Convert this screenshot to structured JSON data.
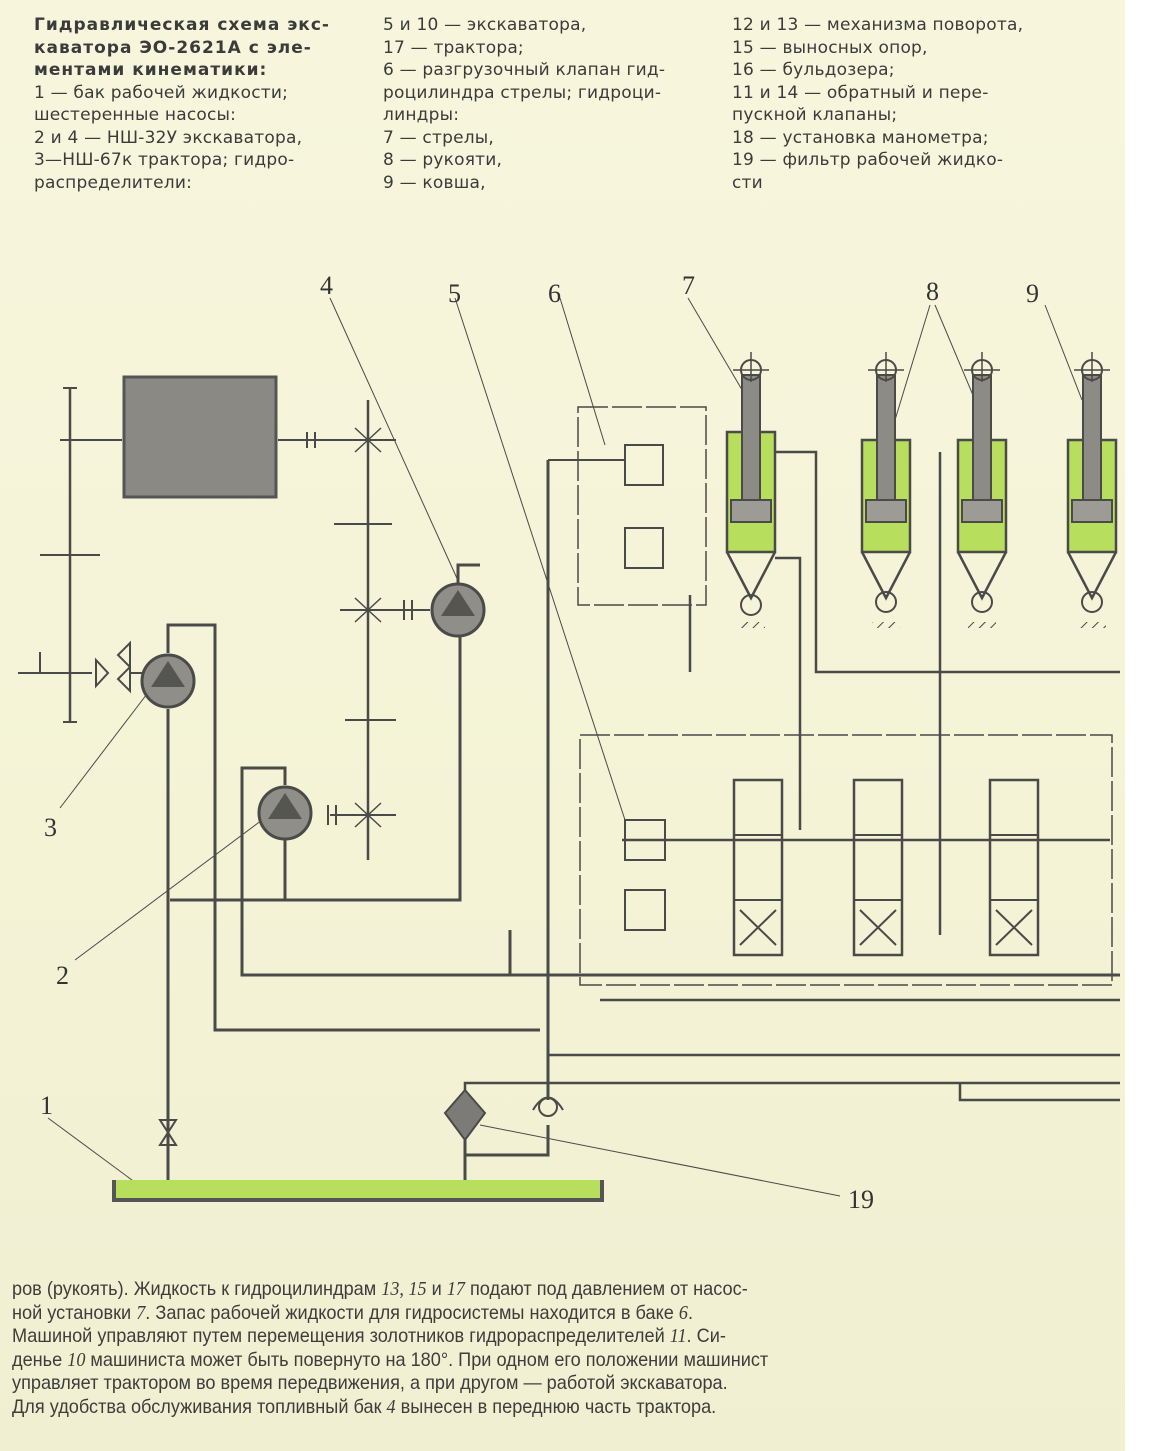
{
  "legend": {
    "title_lines": [
      "Гидравлическая схема экс-",
      "каватора ЭО-2621А с эле-",
      "ментами кинематики:"
    ],
    "column1": [
      "1 — бак рабочей жидкости;",
      "шестеренные насосы:",
      "2 и 4 — НШ-32У экскаватора,",
      "3—НШ-67к трактора; гидро-",
      "распределители:"
    ],
    "column2": [
      "5 и 10 — экскаватора,",
      "17 — трактора;",
      "6 — разгрузочный клапан гид-",
      "роцилиндра стрелы; гидроци-",
      "линдры:",
      "7 — стрелы,",
      "8 — рукояти,",
      "9 — ковша,"
    ],
    "column3": [
      "12 и 13 — механизма поворота,",
      "15 — выносных опор,",
      "16 — бульдозера;",
      "11 и 14 — обратный и пере-",
      "пускной клапаны;",
      "18 — установка манометра;",
      "19 — фильтр рабочей жидко-",
      "сти"
    ]
  },
  "diagram": {
    "callouts": {
      "c1": "1",
      "c2": "2",
      "c3": "3",
      "c4": "4",
      "c5": "5",
      "c6": "6",
      "c7": "7",
      "c8": "8",
      "c9": "9",
      "c19": "19"
    },
    "colors": {
      "fluid_green": "#b8de5e",
      "line_gray": "#4a4a48",
      "body_gray": "#8c8b85",
      "paper": "#f6f5dc"
    }
  },
  "body_text": {
    "lines": [
      [
        "ров (рукоять). Жидкость к гидроцилиндрам ",
        "13, 15",
        " и ",
        "17",
        " подают под давлением от насос-"
      ],
      [
        "ной установки ",
        "7",
        ". Запас рабочей жидкости для гидросистемы находится в баке ",
        "6",
        "."
      ],
      [
        "Машиной управляют путем перемещения золотников гидрораспределителей ",
        "11",
        ". Си-"
      ],
      [
        "денье ",
        "10",
        " машиниста может быть повернуто на 180°. При одном его положении машинист"
      ],
      [
        "управляет трактором во время передвижения, а при другом — работой экскаватора."
      ],
      [
        "Для удобства обслуживания топливный бак ",
        "4",
        " вынесен в переднюю часть трактора."
      ]
    ]
  }
}
